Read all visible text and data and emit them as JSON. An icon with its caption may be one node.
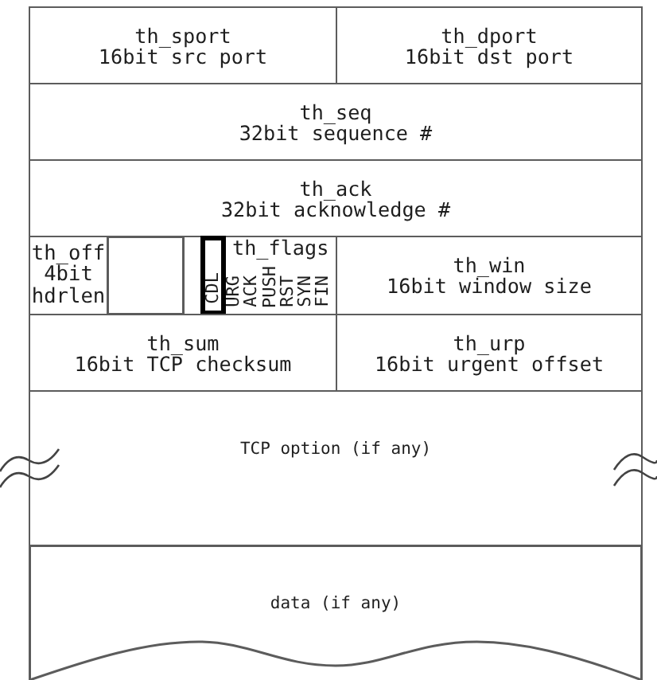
{
  "diagram": {
    "nodes": [
      {
        "text": [
          "th_sport",
          "16bit src port"
        ]
      },
      {
        "text": [
          "th_dport",
          "16bit dst port"
        ]
      },
      {
        "text": [
          "th_seq",
          "32bit sequence #"
        ]
      },
      {
        "text": [
          "th_ack",
          "32bit acknowledge #"
        ]
      },
      {
        "text": [
          "th_off",
          "4bit hdrlen"
        ]
      },
      {
        "text": [],
        "shape": "box"
      },
      {
        "text": [
          "th_flags",
          "URG",
          "ACK",
          "PUSH",
          "RST",
          "SYN",
          "FIN"
        ]
      },
      {
        "text": [
          "CDL"
        ],
        "in": 6
      },
      {
        "text": [
          "th_win",
          "16bit window size"
        ]
      },
      {
        "text": [
          "th_sum",
          "16bit TCP checksum"
        ]
      },
      {
        "text": [
          "th_urp",
          "16bit urgent offset"
        ]
      },
      {
        "text": [
          "TCP option (if any)"
        ]
      },
      {
        "text": [
          "data (if any)"
        ]
      }
    ]
  }
}
